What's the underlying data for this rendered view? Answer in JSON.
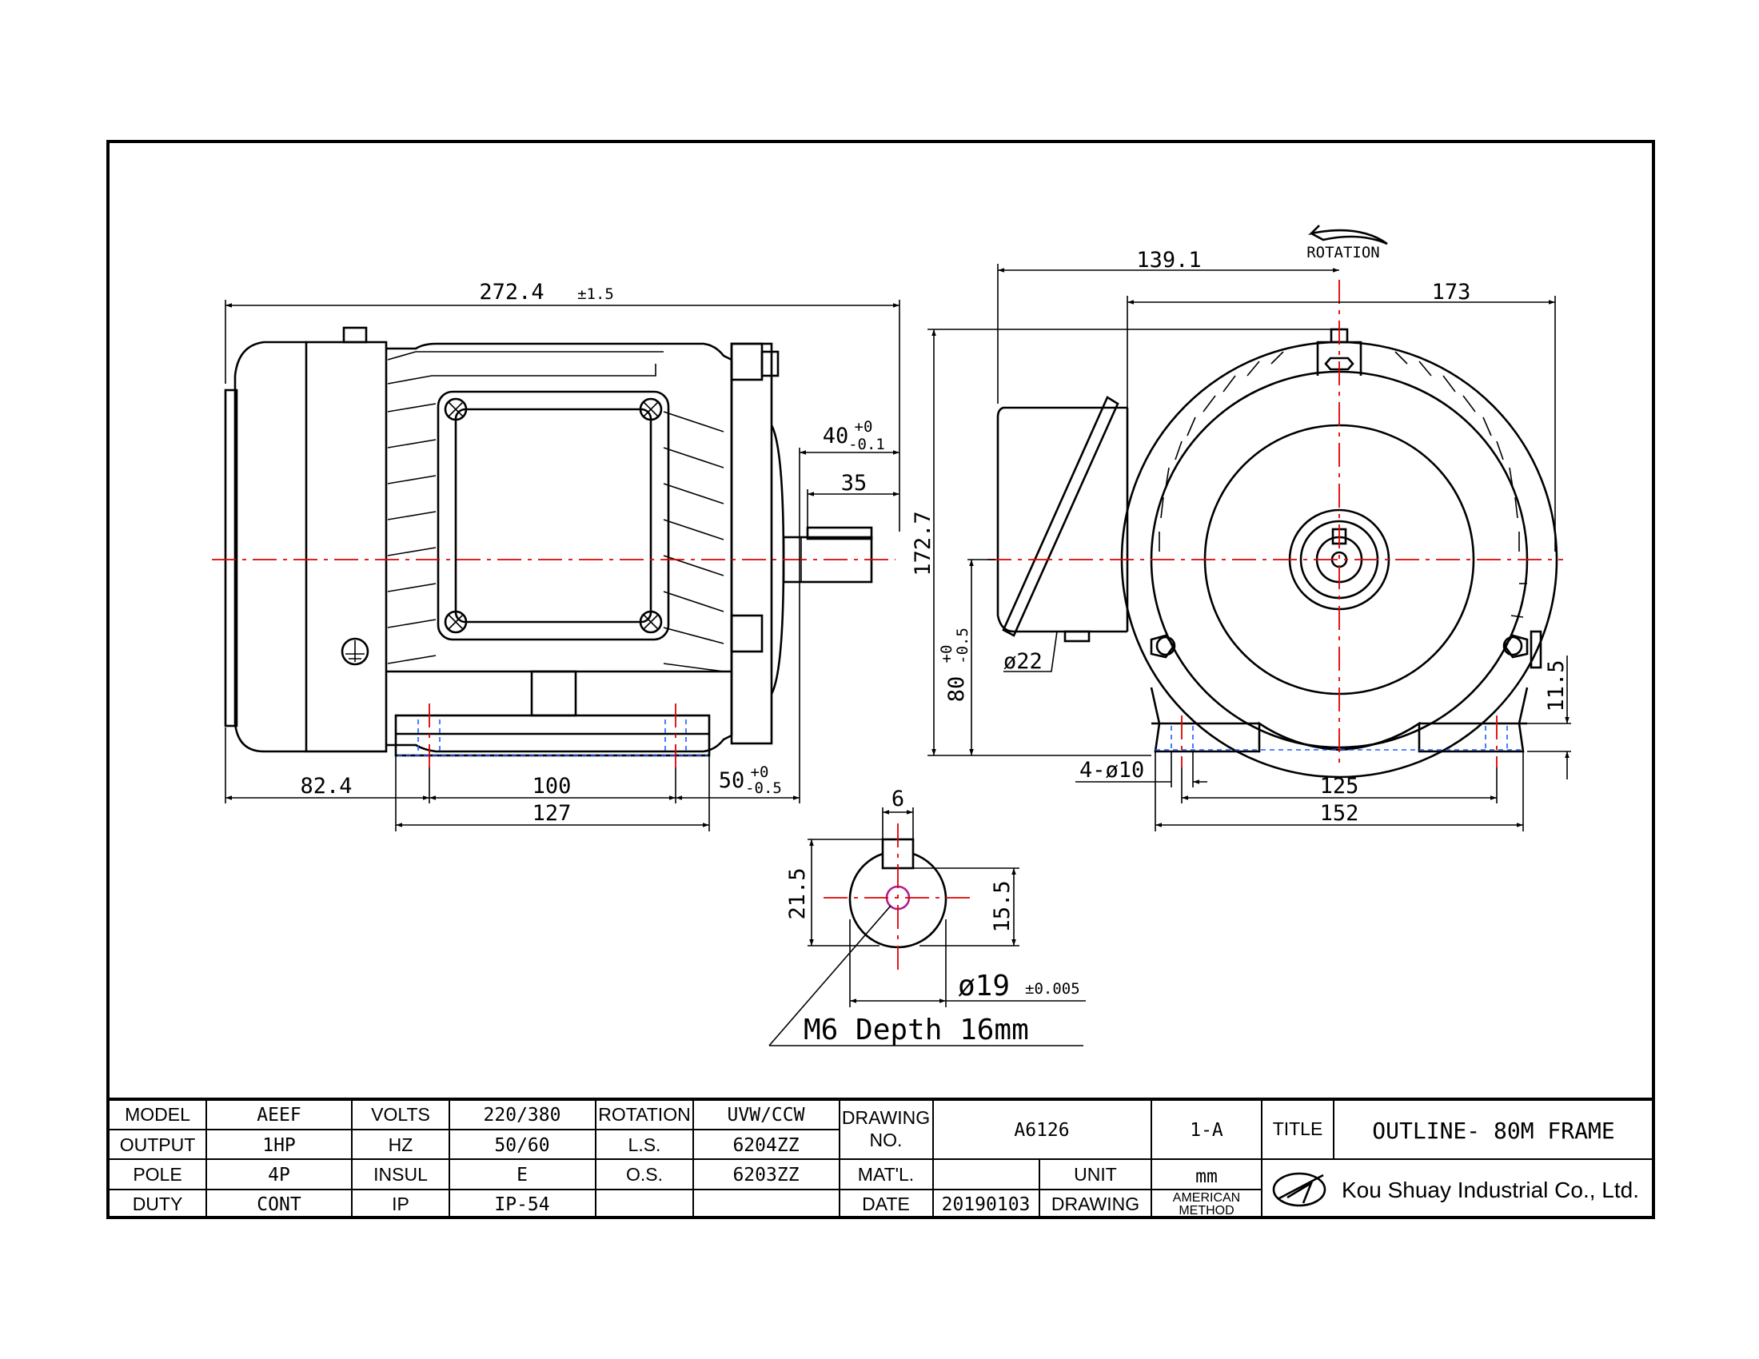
{
  "dimensions": {
    "overall_length": "272.4",
    "overall_length_tol": "±1.5",
    "shaft_length_base": "40",
    "shaft_length_tol_upper": "+0",
    "shaft_length_tol_lower": "-0.1",
    "key_length": "35",
    "rear_to_foot": "82.4",
    "foot_hole_spacing": "100",
    "foot_length": "127",
    "shaft_shoulder_base": "50",
    "shaft_shoulder_tol_upper": "+0",
    "shaft_shoulder_tol_lower": "-0.5",
    "terminal_box_offset": "139.1",
    "center_to_fin": "173",
    "overall_height": "172.7",
    "center_height_base": "80",
    "center_height_tol_upper": "+0",
    "center_height_tol_lower": "-0.5",
    "gland_dia": "ø22",
    "mount_holes": "4-ø10",
    "foot_width_holes": "125",
    "foot_width": "152",
    "foot_thickness": "11.5",
    "key_width": "6",
    "shaft_key_height": "21.5",
    "shaft_key_depth": "15.5",
    "shaft_dia": "ø19",
    "shaft_dia_tol": "±0.005",
    "center_thread": "M6 Depth 16mm",
    "rotation_label": "ROTATION"
  },
  "title_block": {
    "model_label": "MODEL",
    "model_value": "AEEF",
    "output_label": "OUTPUT",
    "output_value": "1HP",
    "pole_label": "POLE",
    "pole_value": "4P",
    "duty_label": "DUTY",
    "duty_value": "CONT",
    "volts_label": "VOLTS",
    "volts_value": "220/380",
    "hz_label": "HZ",
    "hz_value": "50/60",
    "insul_label": "INSUL",
    "insul_value": "E",
    "ip_label": "IP",
    "ip_value": "IP-54",
    "rotation_label": "ROTATION",
    "rotation_value": "UVW/CCW",
    "ls_label": "L.S.",
    "ls_value": "6204ZZ",
    "os_label": "O.S.",
    "os_value": "6203ZZ",
    "drawing_no_label_1": "DRAWING",
    "drawing_no_label_2": "NO.",
    "drawing_no_value": "A6126",
    "revision": "1-A",
    "matl_label": "MAT'L.",
    "unit_label": "UNIT",
    "unit_value": "mm",
    "date_label": "DATE",
    "date_value": "20190103",
    "drawing_label": "DRAWING",
    "method_1": "AMERICAN",
    "method_2": "METHOD",
    "title_label": "TITLE",
    "title_value": "OUTLINE- 80M FRAME",
    "company": "Kou Shuay Industrial Co., Ltd."
  }
}
